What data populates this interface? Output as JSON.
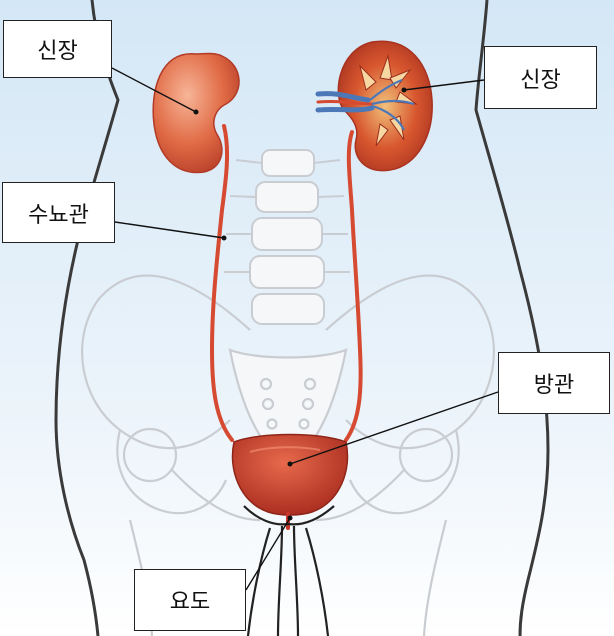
{
  "labels": {
    "kidney_left": "신장",
    "kidney_right": "신장",
    "ureter": "수뇨관",
    "bladder": "방관",
    "urethra": "요도"
  },
  "colors": {
    "background_top": "#d4e7f6",
    "background_bottom": "#ffffff",
    "body_outline": "#3a3a3a",
    "bone_outline": "#c9cdd2",
    "kidney": "#d9532f",
    "kidney_light": "#f2a183",
    "ureter": "#d64a32",
    "bladder": "#c9382a",
    "vein": "#4d78b8",
    "leader_line": "#111111"
  }
}
